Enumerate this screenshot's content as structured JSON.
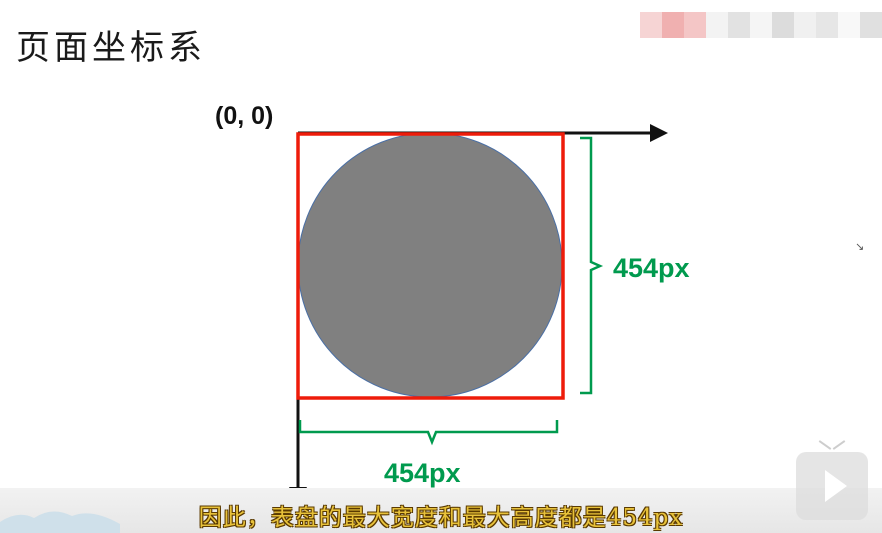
{
  "slide": {
    "title": "页面坐标系"
  },
  "diagram": {
    "origin_label": "(0, 0)",
    "width_label": "454px",
    "height_label": "454px",
    "colors": {
      "axis": "#111111",
      "bounding_box": "#ee1c0a",
      "circle_fill": "#808080",
      "circle_stroke": "#4a6fa5",
      "dimension": "#009a4e"
    }
  },
  "subtitle": "因此，表盘的最大宽度和最大高度都是454px",
  "player": {
    "play_icon": "play-icon"
  }
}
